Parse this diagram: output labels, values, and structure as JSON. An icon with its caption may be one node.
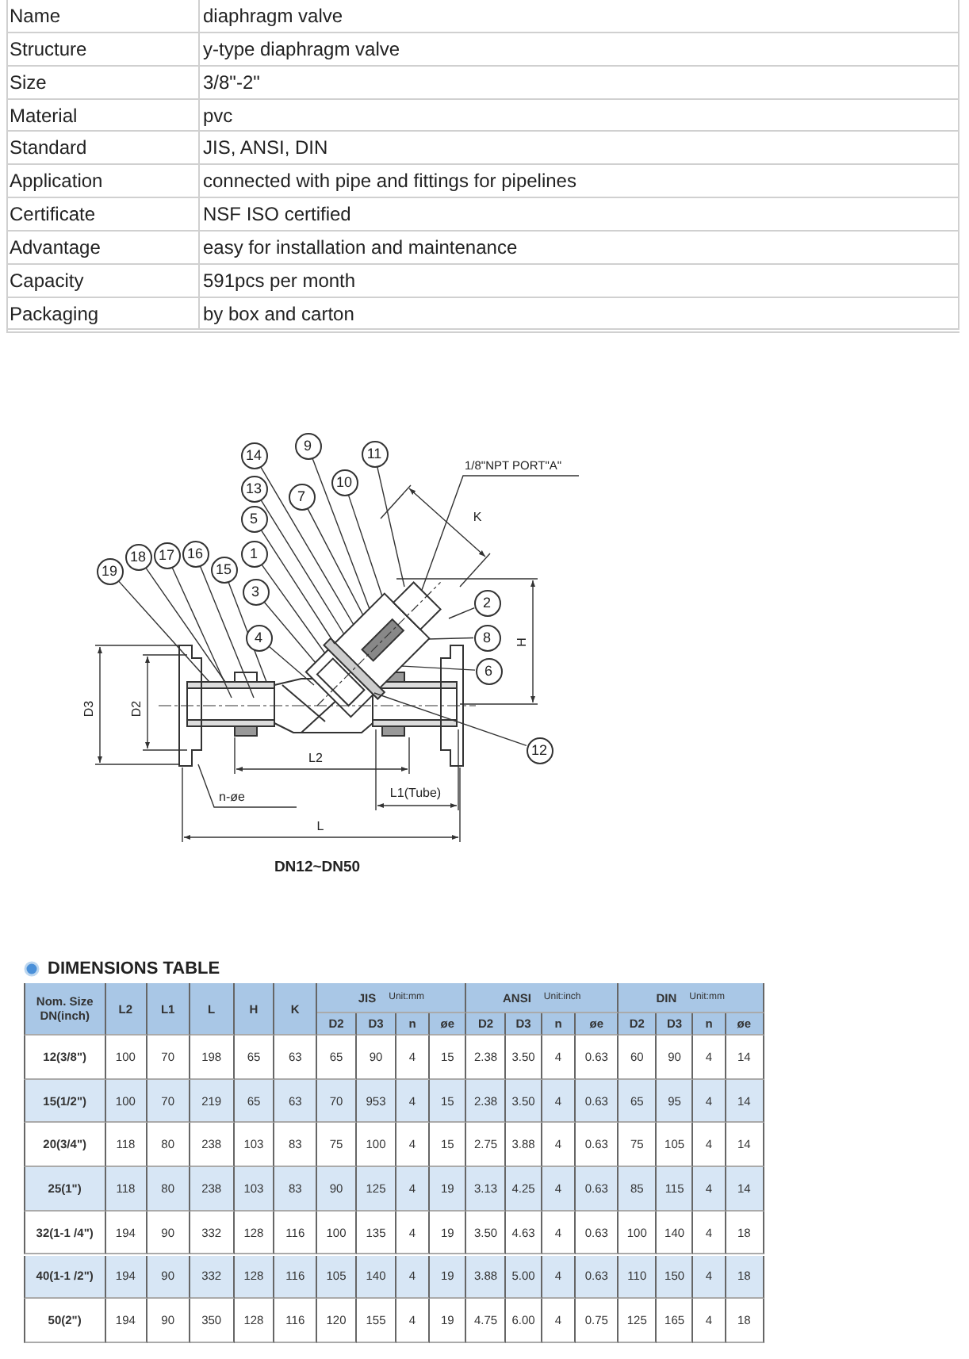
{
  "diagram": {
    "caption": "DN12~DN50",
    "nodes": [
      {
        "text": [
          "14"
        ]
      },
      {
        "text": [
          "9"
        ]
      },
      {
        "text": [
          "11"
        ]
      },
      {
        "text": [
          "13"
        ]
      },
      {
        "text": [
          "7"
        ]
      },
      {
        "text": [
          "10"
        ]
      },
      {
        "text": [
          "5"
        ]
      },
      {
        "text": [
          "1"
        ]
      },
      {
        "text": [
          "3"
        ]
      },
      {
        "text": [
          "19"
        ]
      },
      {
        "text": [
          "18"
        ]
      },
      {
        "text": [
          "17"
        ]
      },
      {
        "text": [
          "16"
        ]
      },
      {
        "text": [
          "15"
        ]
      },
      {
        "text": [
          "4"
        ]
      },
      {
        "text": [
          "2"
        ]
      },
      {
        "text": [
          "8"
        ]
      },
      {
        "text": [
          "6"
        ]
      },
      {
        "text": [
          "12"
        ]
      },
      {
        "text": [
          "1/8\"NPT PORT\"A\""
        ]
      },
      {
        "text": [
          "n-øe"
        ]
      }
    ],
    "edges": [
      {
        "from": 0,
        "to": null,
        "arrow": "none"
      },
      {
        "from": 1,
        "to": null,
        "arrow": "none"
      },
      {
        "from": 2,
        "to": null,
        "arrow": "none"
      },
      {
        "from": 3,
        "to": null,
        "arrow": "none"
      },
      {
        "from": 4,
        "to": null,
        "arrow": "none"
      },
      {
        "from": 5,
        "to": null,
        "arrow": "none"
      },
      {
        "from": 6,
        "to": null,
        "arrow": "none"
      },
      {
        "from": 7,
        "to": null,
        "arrow": "none"
      },
      {
        "from": 8,
        "to": null,
        "arrow": "none"
      },
      {
        "from": 9,
        "to": null,
        "arrow": "none"
      },
      {
        "from": 10,
        "to": null,
        "arrow": "none"
      },
      {
        "from": 11,
        "to": null,
        "arrow": "none"
      },
      {
        "from": 12,
        "to": null,
        "arrow": "none"
      },
      {
        "from": 13,
        "to": null,
        "arrow": "none"
      },
      {
        "from": 14,
        "to": null,
        "arrow": "none"
      },
      {
        "from": 15,
        "to": null,
        "arrow": "none"
      },
      {
        "from": 16,
        "to": null,
        "arrow": "none"
      },
      {
        "from": 17,
        "to": null,
        "arrow": "none"
      },
      {
        "from": 18,
        "to": null,
        "arrow": "none"
      },
      {
        "from": 19,
        "to": null,
        "arrow": "none"
      },
      {
        "from": 20,
        "to": null,
        "arrow": "none"
      }
    ],
    "labels": [
      "Name",
      "diaphragm valve",
      "Structure",
      "y-type diaphragm valve",
      "Size",
      "3/8\"-2\"",
      "Material",
      "pvc",
      "Standard",
      "JIS, ANSI, DIN",
      "Application",
      "connected with pipe and fittings for pipelines",
      "Certificate",
      "NSF ISO certified",
      "Advantage",
      "easy for installation and maintenance",
      "Capacity",
      "591pcs per month",
      "Packaging",
      "by box and carton",
      "D3",
      "D2",
      "L2",
      "L1(Tube)",
      "L",
      "H",
      "K",
      "DIMENSIONS TABLE",
      "Nom. Size DN(inch)",
      "L2",
      "L1",
      "L",
      "H",
      "K",
      "JIS",
      "Unit:mm",
      "ANSI",
      "Unit:inch",
      "DIN",
      "Unit:mm",
      "D2",
      "D3",
      "n",
      "øe",
      "D2",
      "D3",
      "n",
      "øe",
      "D2",
      "D3",
      "n",
      "øe",
      "12(3/8\")",
      "100",
      "70",
      "198",
      "65",
      "63",
      "65",
      "90",
      "4",
      "15",
      "2.38",
      "3.50",
      "4",
      "0.63",
      "60",
      "90",
      "4",
      "14",
      "15(1/2\")",
      "100",
      "70",
      "219",
      "65",
      "63",
      "70",
      "953",
      "4",
      "15",
      "2.38",
      "3.50",
      "4",
      "0.63",
      "65",
      "95",
      "4",
      "14",
      "20(3/4\")",
      "118",
      "80",
      "238",
      "103",
      "83",
      "75",
      "100",
      "4",
      "15",
      "2.75",
      "3.88",
      "4",
      "0.63",
      "75",
      "105",
      "4",
      "14",
      "25(1\")",
      "118",
      "80",
      "238",
      "103",
      "83",
      "90",
      "125",
      "4",
      "19",
      "3.13",
      "4.25",
      "4",
      "0.63",
      "85",
      "115",
      "4",
      "14",
      "32(1-1 /4\")",
      "194",
      "90",
      "332",
      "128",
      "116",
      "100",
      "135",
      "4",
      "19",
      "3.50",
      "4.63",
      "4",
      "0.63",
      "100",
      "140",
      "4",
      "18",
      "40(1-1 /2\")",
      "194",
      "90",
      "332",
      "128",
      "116",
      "105",
      "140",
      "4",
      "19",
      "3.88",
      "5.00",
      "4",
      "0.63",
      "110",
      "150",
      "4",
      "18",
      "50(2\")",
      "194",
      "90",
      "350",
      "128",
      "116",
      "120",
      "155",
      "4",
      "19",
      "4.75",
      "6.00",
      "4",
      "0.75",
      "125",
      "165",
      "4",
      "18"
    ]
  }
}
